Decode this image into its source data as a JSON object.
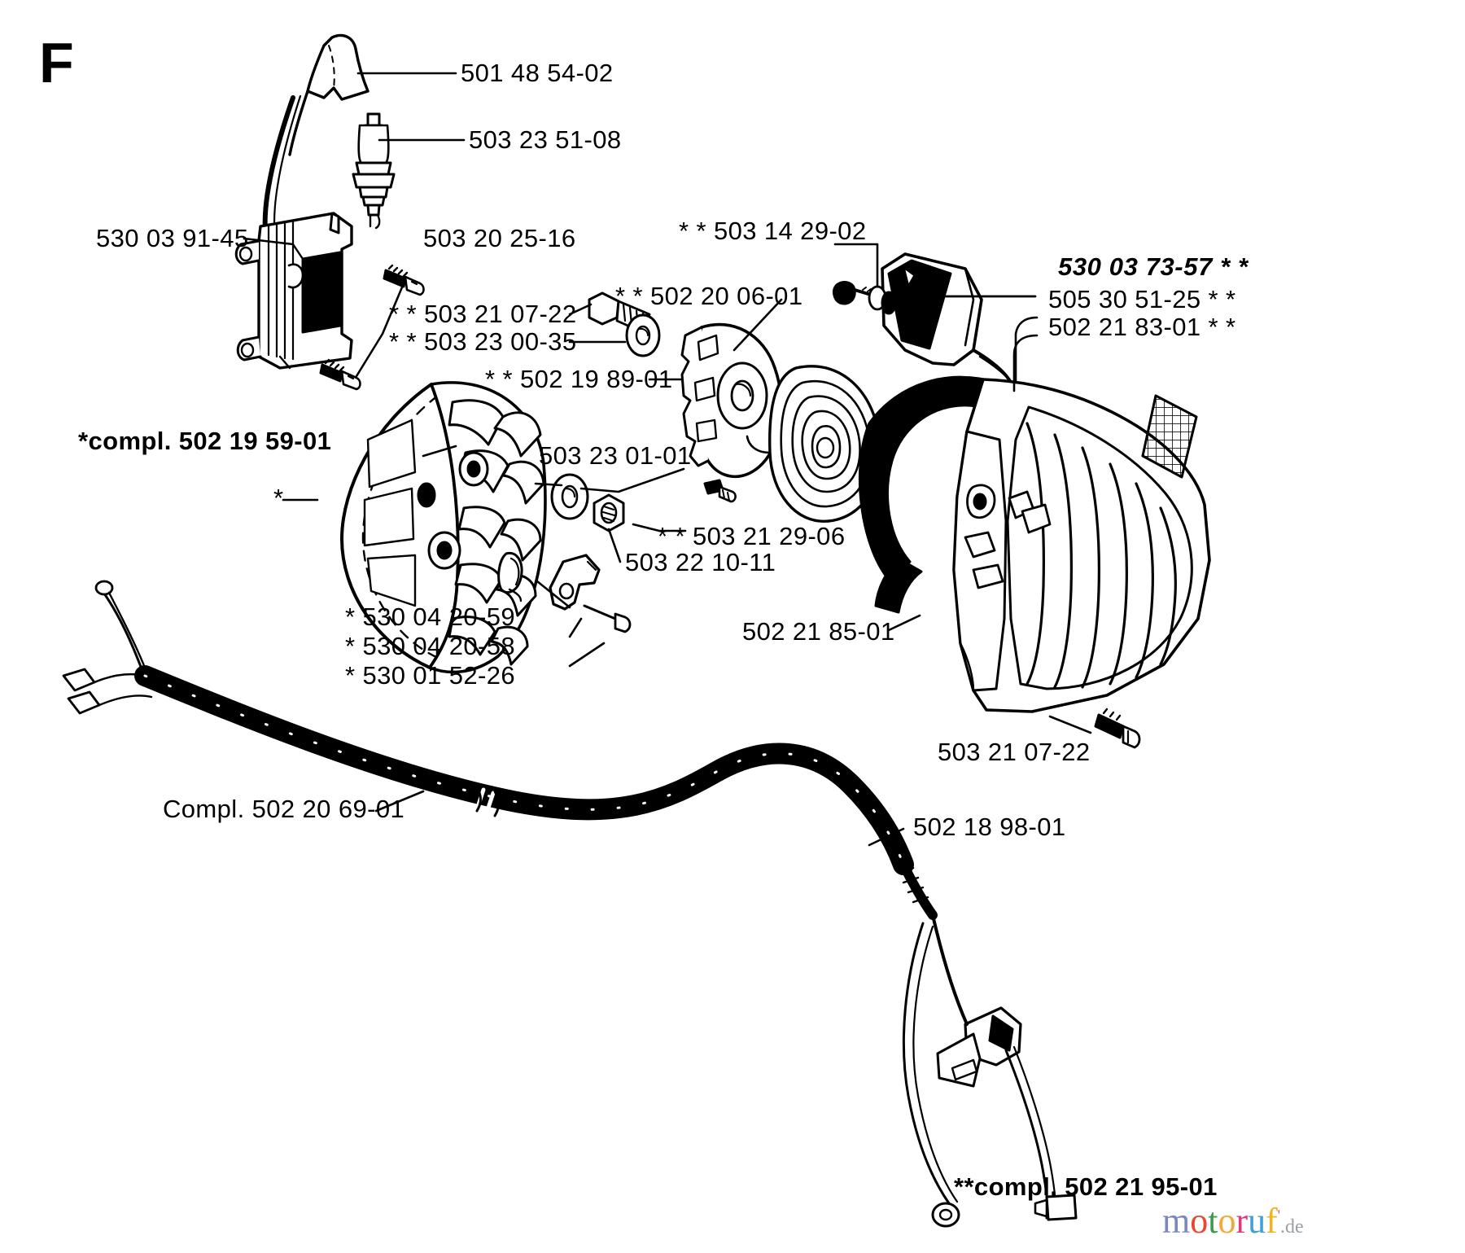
{
  "page": {
    "section_letter": "F",
    "background_color": "#ffffff",
    "ink_color": "#000000"
  },
  "labels": {
    "spark_plug_cap": "501 48 54-02",
    "spark_plug": "503 23 51-08",
    "ignition_module": "530 03 91-45",
    "ignition_screw": "503 20 25-16",
    "starter_bolt": "* * 503 21 07-22",
    "starter_washer": "* * 503 23 00-35",
    "pulley": "* * 502 19 89-01",
    "starter_pawl_kit": "* * 502 20 06-01",
    "rewind_spring_set": "* * 503 14 29-02",
    "starter_handle_bold": "530 03 73-57 * *",
    "starter_rope": "505 30 51-25 * *",
    "starter_pulley_assy": "502 21 83-01 * *",
    "flywheel_compl": "*compl. 502 19 59-01",
    "flywheel_marker": "*",
    "flywheel_washer": "503 23 01-01",
    "flywheel_nut": "503 22 10-11",
    "starter_screw_small": "* * 503 21 29-06",
    "key_woodruff": "* 530 04 20-59",
    "pawl_spring": "* 530 04 20-58",
    "pawl": "* 530 01 52-26",
    "starter_housing_seal": "502 21 85-01",
    "housing_screw": "503 21 07-22",
    "throttle_cable_compl": "Compl. 502 20 69-01",
    "stop_wire": "502 18 98-01",
    "starter_compl": "**compl. 502 21 95-01"
  },
  "watermark": {
    "text_parts": [
      "m",
      "o",
      "t",
      "o",
      "r",
      "u",
      "f"
    ],
    "suffix": ".de",
    "full": "motoruf.de"
  }
}
